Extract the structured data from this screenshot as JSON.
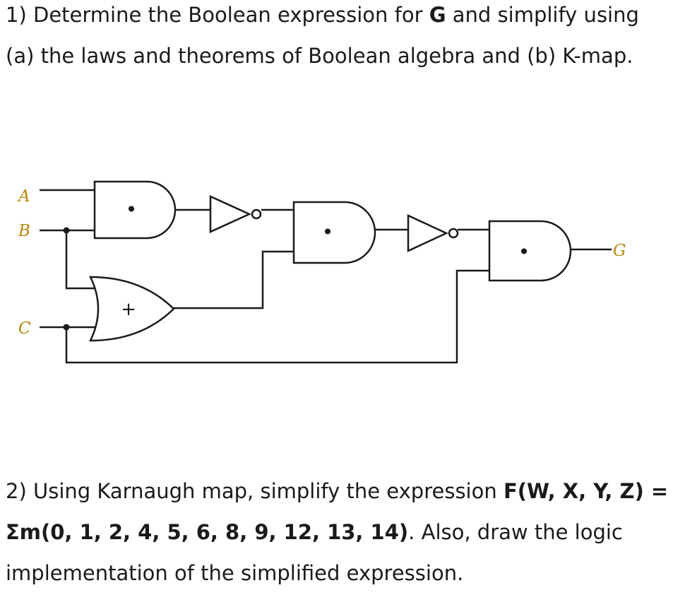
{
  "question1": {
    "part1": "1) Determine the Boolean expression for ",
    "bold": "G",
    "part2": " and simplify using (a) the laws and theorems of Boolean algebra and (b) K-map."
  },
  "circuit": {
    "inputs": [
      "A",
      "B",
      "C"
    ],
    "output": "G",
    "and_symbol": "•",
    "or_symbol": "+",
    "colors": {
      "label": "#b8860b",
      "line": "#1a1a1a"
    }
  },
  "question2": {
    "part1": "2) Using Karnaugh map, simplify the expression ",
    "bold": "F(W, X, Y, Z) = Σm(0, 1, 2, 4, 5, 6, 8, 9, 12, 13, 14)",
    "part2": ". Also, draw the logic implementation of the simplified expression."
  }
}
